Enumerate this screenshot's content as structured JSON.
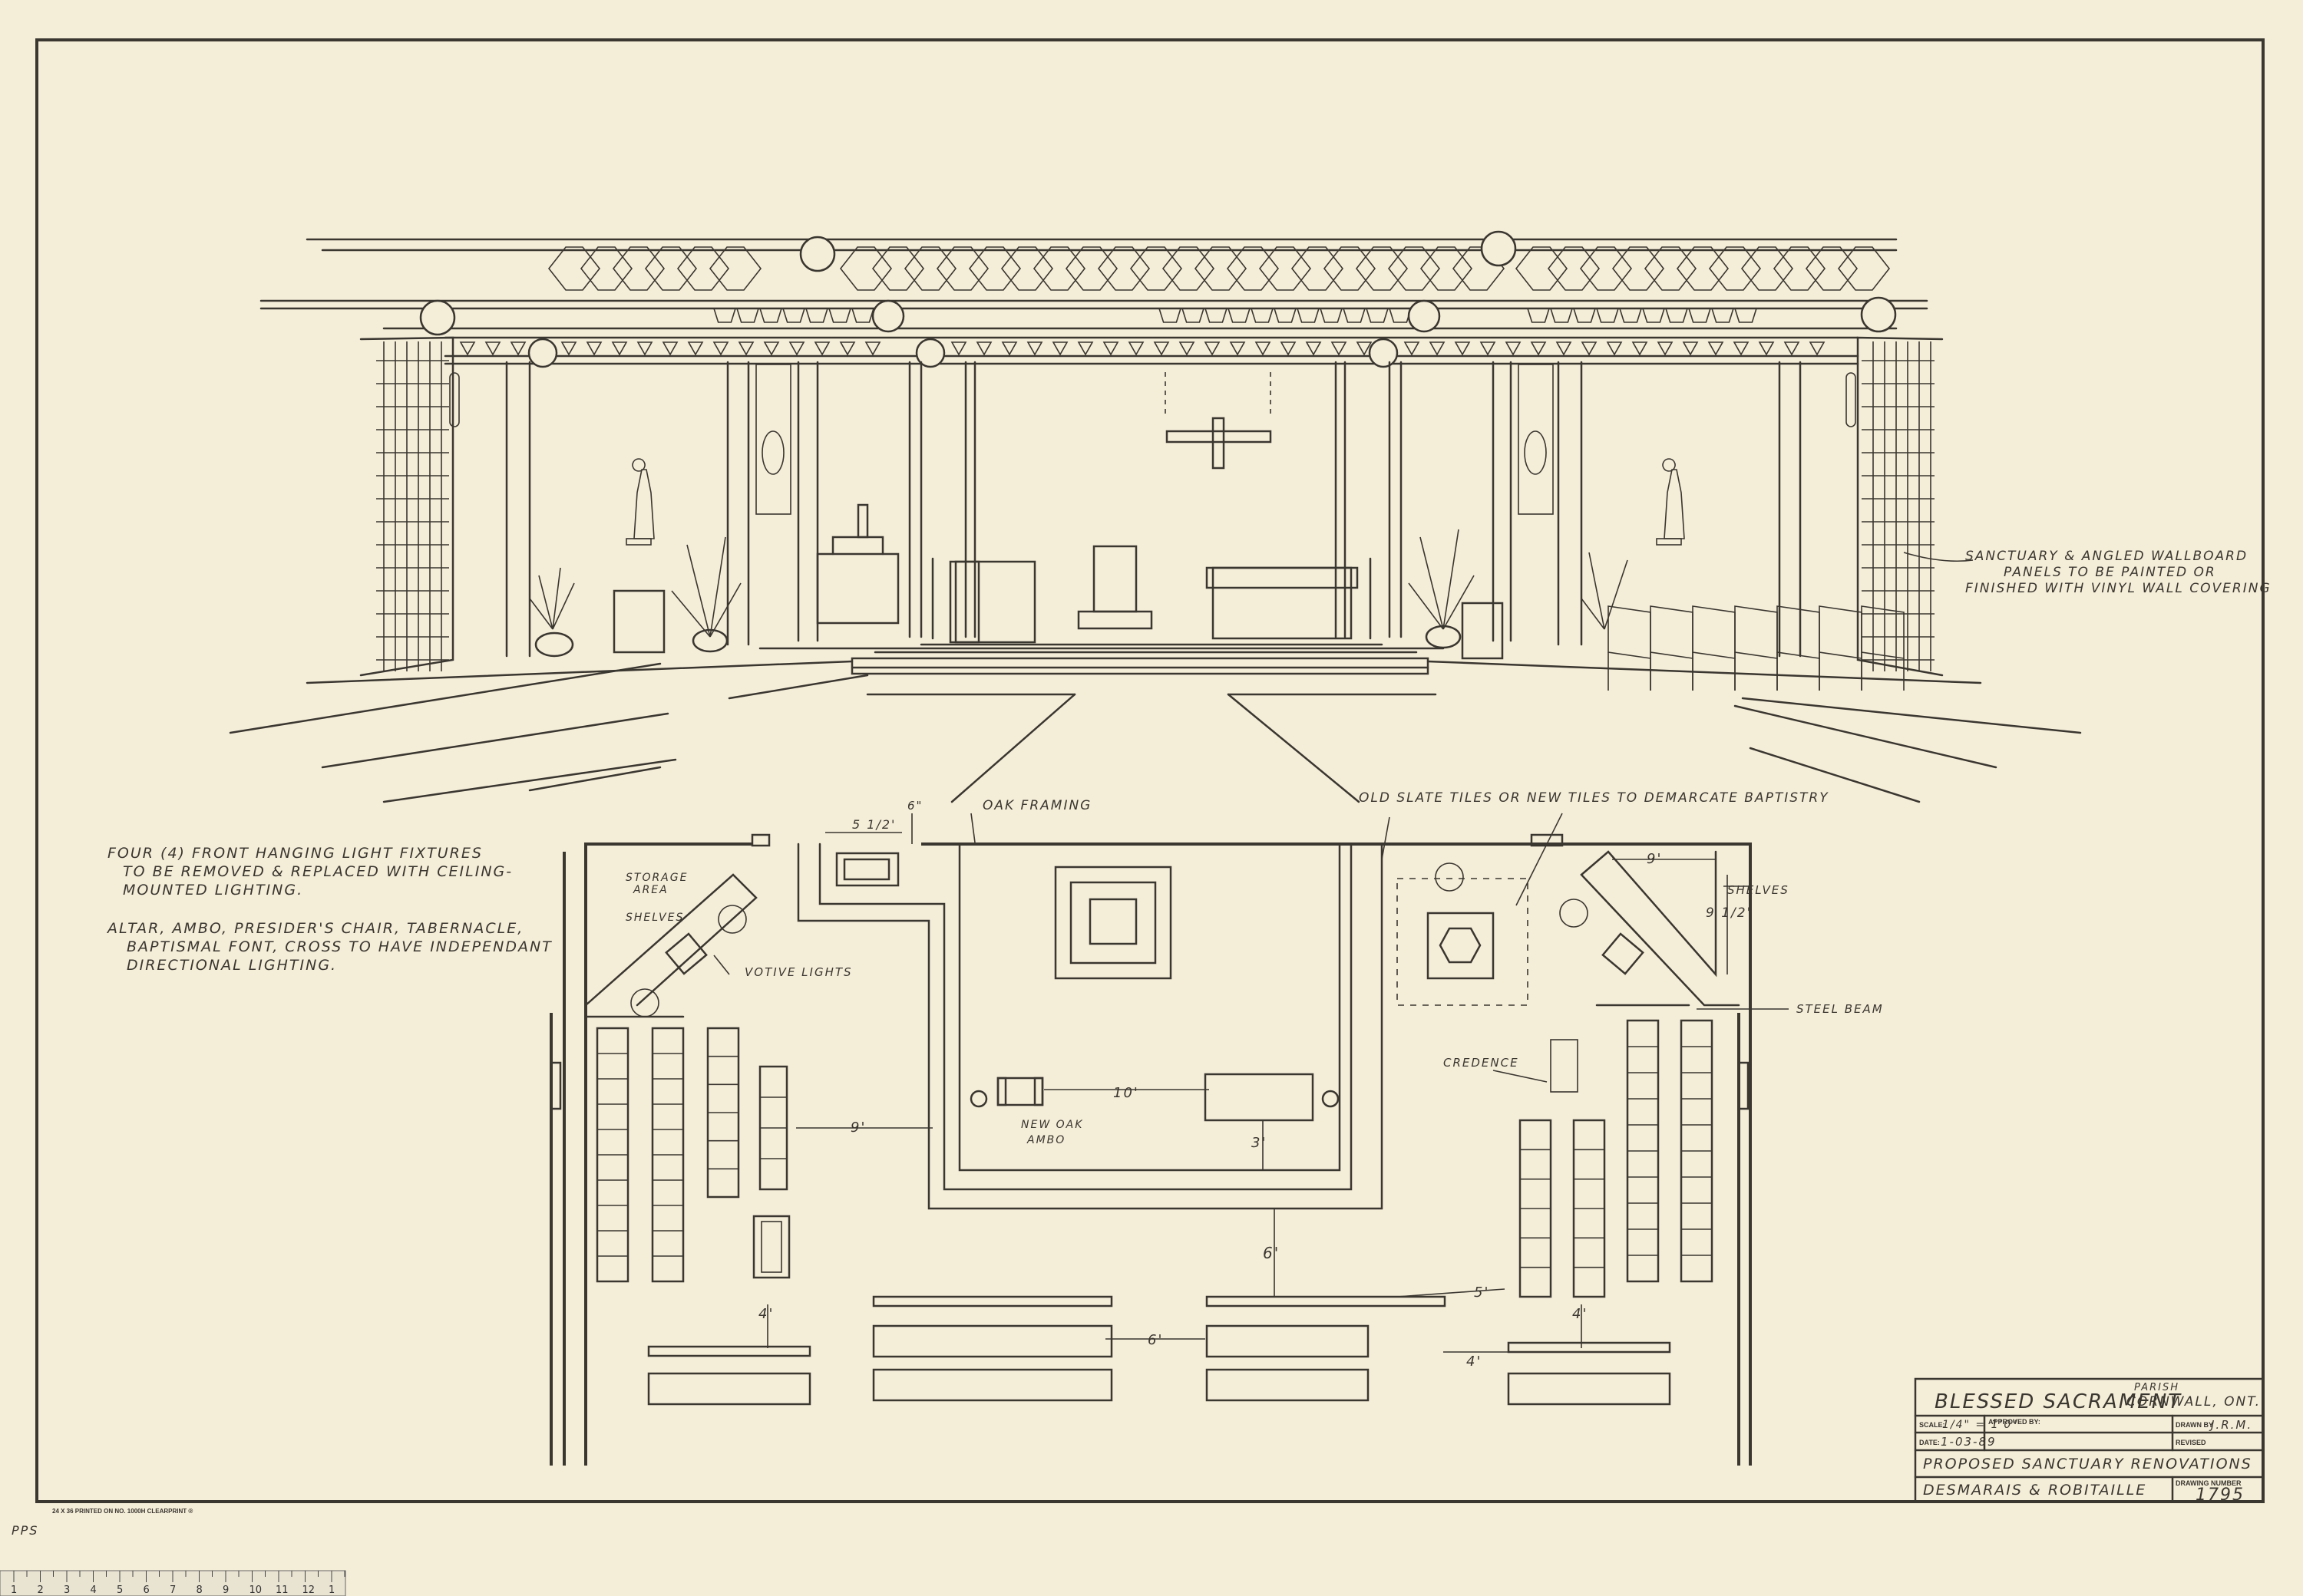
{
  "notes": {
    "line1a": "FOUR (4) FRONT HANGING LIGHT FIXTURES",
    "line1b": "TO BE REMOVED & REPLACED WITH CEILING-",
    "line1c": "MOUNTED LIGHTING.",
    "line2a": "ALTAR, AMBO, PRESIDER'S CHAIR, TABERNACLE,",
    "line2b": "BAPTISMAL FONT, CROSS TO HAVE INDEPENDANT",
    "line2c": "DIRECTIONAL LIGHTING."
  },
  "elevation": {
    "note_a": "SANCTUARY & ANGLED WALLBOARD",
    "note_b": "PANELS TO BE PAINTED OR",
    "note_c": "FINISHED WITH VINYL WALL COVERING"
  },
  "plan_labels": {
    "oak_framing": "OAK FRAMING",
    "slate": "OLD SLATE TILES OR NEW TILES TO DEMARCATE BAPTISTRY",
    "storage": "STORAGE",
    "area": "AREA",
    "shelves_left": "SHELVES",
    "shelves_right": "SHELVES",
    "votive": "VOTIVE LIGHTS",
    "steel_beam": "STEEL BEAM",
    "credence": "CREDENCE",
    "new_oak": "NEW OAK",
    "ambo": "AMBO"
  },
  "dimensions": {
    "d6in": "6\"",
    "d5half": "5 1/2'",
    "d9_left": "9'",
    "d10": "10'",
    "d3": "3'",
    "d6_center": "6'",
    "d4_left": "4'",
    "d6_bottom": "6'",
    "d5_right": "5'",
    "d4_right": "4'",
    "d4_bottom": "4'",
    "d9_right": "9'",
    "d9half": "9 1/2'"
  },
  "title_block": {
    "parish_word": "PARISH",
    "name": "BLESSED SACRAMENT",
    "location": "CORNWALL, ONT.",
    "scale_label": "SCALE:",
    "scale_value": "1/4\" = 1'0\"",
    "approved_label": "APPROVED BY:",
    "drawn_label": "DRAWN BY",
    "drawn_value": "J.R.M.",
    "date_label": "DATE:",
    "date_value": "1-03-89",
    "revised_label": "REVISED",
    "project": "PROPOSED SANCTUARY RENOVATIONS",
    "firm": "DESMARAIS & ROBITAILLE",
    "drawing_number_label": "DRAWING NUMBER",
    "drawing_number": "1795"
  },
  "margin": {
    "printed": "24 X 36    PRINTED ON NO. 1000H CLEARPRINT ®",
    "pencil": "PPS"
  },
  "ruler": {
    "ticks": [
      "1",
      "2",
      "3",
      "4",
      "5",
      "6",
      "7",
      "8",
      "9",
      "10",
      "11",
      "12",
      "1"
    ]
  }
}
